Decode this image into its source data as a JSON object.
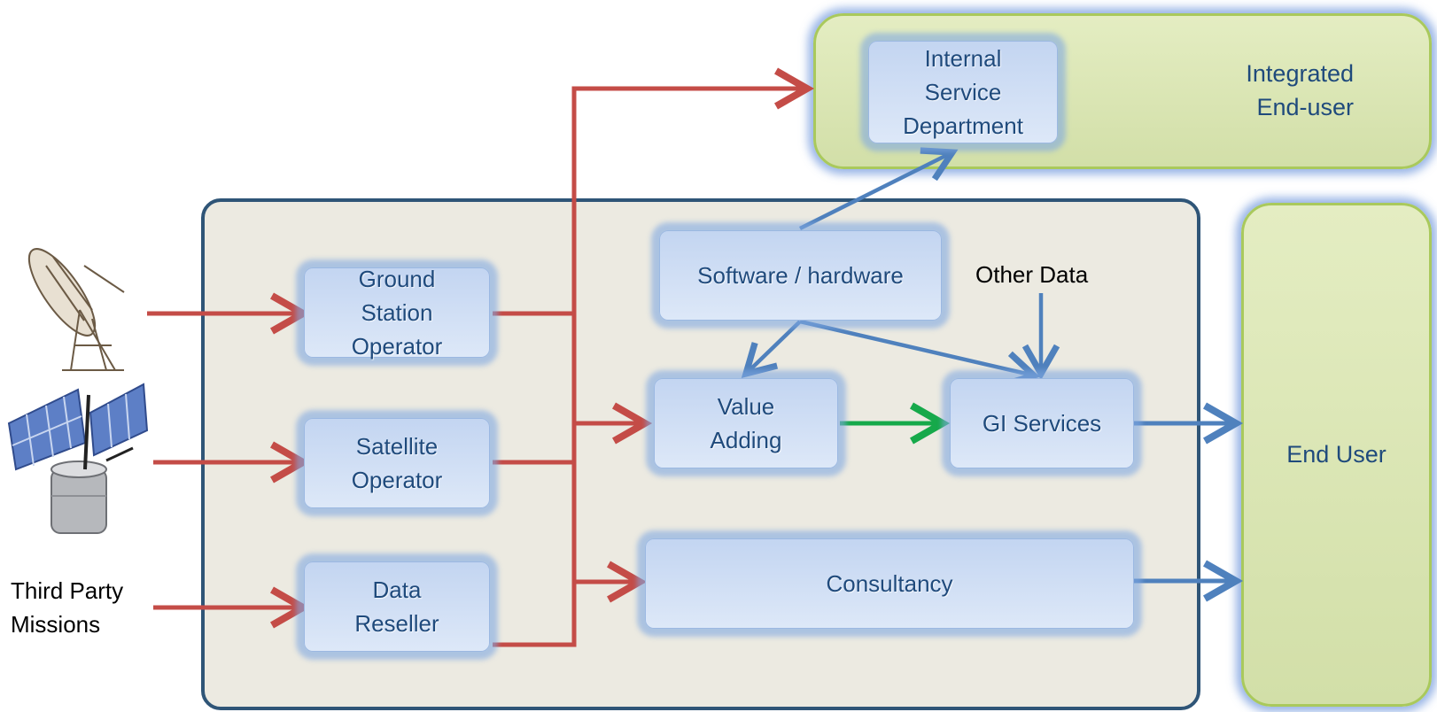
{
  "boxes": {
    "ground_station": "Ground\nStation\nOperator",
    "satellite_operator": "Satellite\nOperator",
    "data_reseller": "Data\nReseller",
    "software_hardware": "Software / hardware",
    "value_adding": "Value\nAdding",
    "gi_services": "GI Services",
    "consultancy": "Consultancy",
    "internal_service": "Internal\nService\nDepartment"
  },
  "labels": {
    "integrated_end_user": "Integrated\nEnd-user",
    "end_user": "End User",
    "other_data": "Other Data",
    "third_party": "Third Party\nMissions"
  },
  "icons": [
    "radio-telescope-icon",
    "satellite-icon"
  ],
  "colors": {
    "red_flow": "#c44c47",
    "blue_flow": "#4f81bd",
    "green_flow": "#16a94a",
    "panel_border": "#2f5577"
  }
}
